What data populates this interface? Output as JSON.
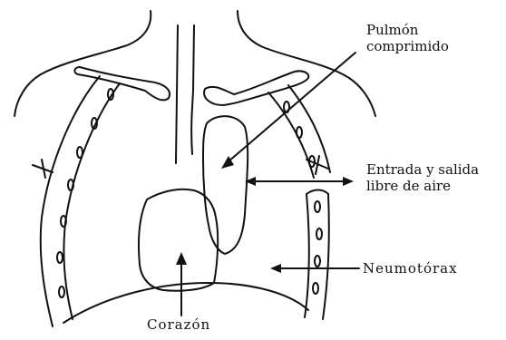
{
  "labels": {
    "pulmon_line1": "Pulmón",
    "pulmon_line2": "comprimido",
    "entrada_line1": "Entrada y salida",
    "entrada_line2": "libre de aire",
    "neumotorax": "Neumotórax",
    "corazon": "Corazón"
  },
  "colors": {
    "ink": "#111111",
    "background": "#ffffff"
  }
}
